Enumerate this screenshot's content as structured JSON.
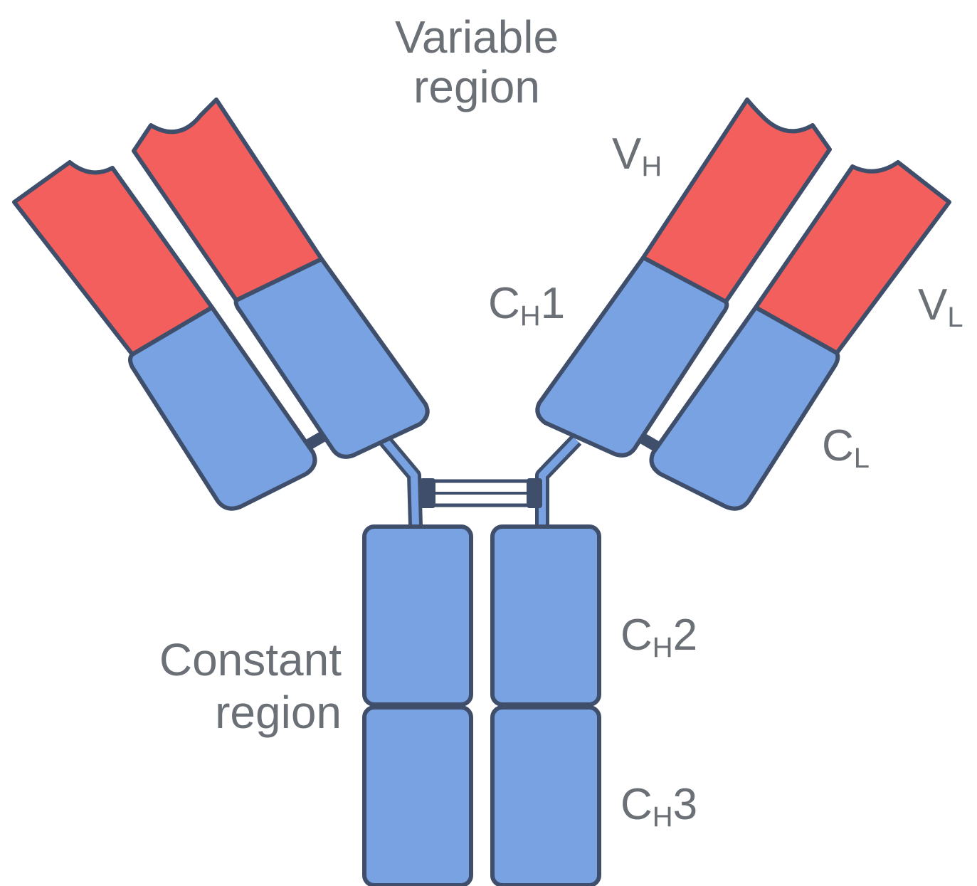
{
  "labels": {
    "variable_region": [
      "Variable",
      "region"
    ],
    "constant_region": [
      "Constant",
      "region"
    ],
    "vh": {
      "main": "V",
      "sub": "H",
      "suffix": ""
    },
    "vl": {
      "main": "V",
      "sub": "L",
      "suffix": ""
    },
    "ch1": {
      "main": "C",
      "sub": "H",
      "suffix": "1"
    },
    "cl": {
      "main": "C",
      "sub": "L",
      "suffix": ""
    },
    "ch2": {
      "main": "C",
      "sub": "H",
      "suffix": "2"
    },
    "ch3": {
      "main": "C",
      "sub": "H",
      "suffix": "3"
    }
  },
  "colors": {
    "variable_domain": "#f25f5c",
    "constant_domain": "#78a2e2",
    "outline": "#3f4f6b",
    "label_text": "#6b6f76"
  }
}
